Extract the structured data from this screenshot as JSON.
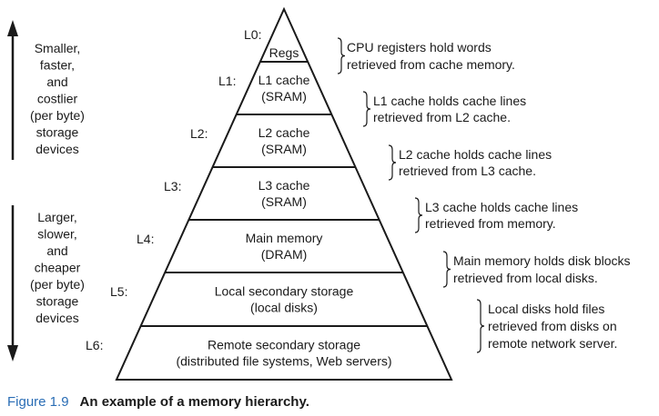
{
  "levels": [
    {
      "id": "L0:",
      "lines": [
        "Regs"
      ],
      "note": [
        "CPU registers hold words",
        "retrieved from cache memory."
      ]
    },
    {
      "id": "L1:",
      "lines": [
        "L1 cache",
        "(SRAM)"
      ],
      "note": [
        "L1 cache holds cache lines",
        "retrieved from L2 cache."
      ]
    },
    {
      "id": "L2:",
      "lines": [
        "L2 cache",
        "(SRAM)"
      ],
      "note": [
        "L2 cache holds cache lines",
        "retrieved from L3 cache."
      ]
    },
    {
      "id": "L3:",
      "lines": [
        "L3 cache",
        "(SRAM)"
      ],
      "note": [
        "L3 cache holds cache lines",
        "retrieved from memory."
      ]
    },
    {
      "id": "L4:",
      "lines": [
        "Main memory",
        "(DRAM)"
      ],
      "note": [
        "Main memory holds disk blocks",
        "retrieved from local disks."
      ]
    },
    {
      "id": "L5:",
      "lines": [
        "Local secondary storage",
        "(local disks)"
      ],
      "note": [
        "Local disks hold files",
        "retrieved from disks on",
        "remote network server."
      ]
    },
    {
      "id": "L6:",
      "lines": [
        "Remote secondary storage",
        "(distributed file systems, Web servers)"
      ],
      "note": []
    }
  ],
  "top_side": [
    "Smaller,",
    "faster,",
    "and",
    "costlier",
    "(per byte)",
    "storage",
    "devices"
  ],
  "bottom_side": [
    "Larger,",
    "slower,",
    "and",
    "cheaper",
    "(per byte)",
    "storage",
    "devices"
  ],
  "caption": {
    "figure": "Figure 1.9",
    "title": "An example of a memory hierarchy."
  }
}
